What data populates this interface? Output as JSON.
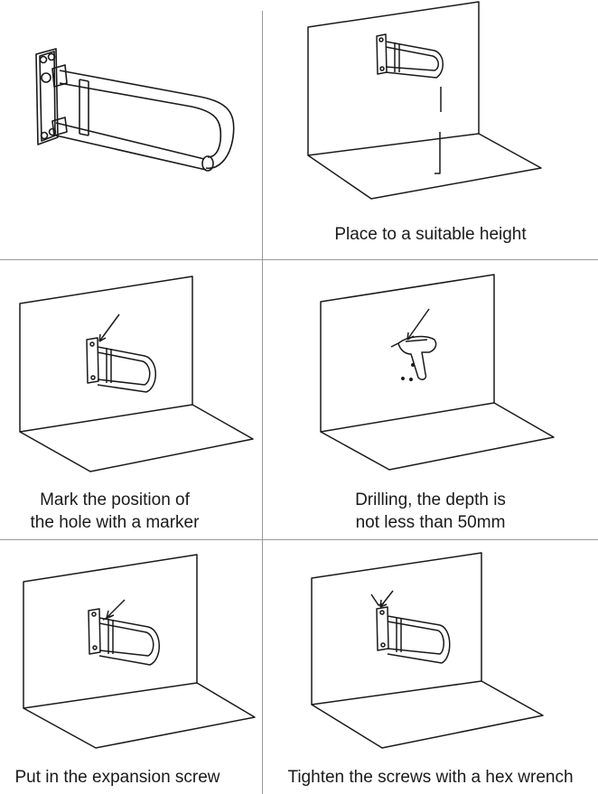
{
  "panels": [
    {
      "id": "product",
      "caption_lines": []
    },
    {
      "id": "step1",
      "caption_lines": [
        "Place to a suitable height"
      ]
    },
    {
      "id": "step2",
      "caption_lines": [
        "Mark the position of",
        "the hole with a marker"
      ]
    },
    {
      "id": "step3",
      "caption_lines": [
        "Drilling, the depth is",
        "not less than 50mm"
      ]
    },
    {
      "id": "step4",
      "caption_lines": [
        "Put in the expansion screw"
      ]
    },
    {
      "id": "step5",
      "caption_lines": [
        "Tighten the screws with a hex wrench"
      ]
    }
  ],
  "colors": {
    "line": "#1a1a1a",
    "divider": "#9a9a9a",
    "background": "#ffffff"
  },
  "icons": [
    "grab-bar-icon",
    "wall-corner-icon",
    "marker-arrow-icon",
    "drill-icon",
    "screw-arrow-icon",
    "hex-wrench-icon"
  ]
}
